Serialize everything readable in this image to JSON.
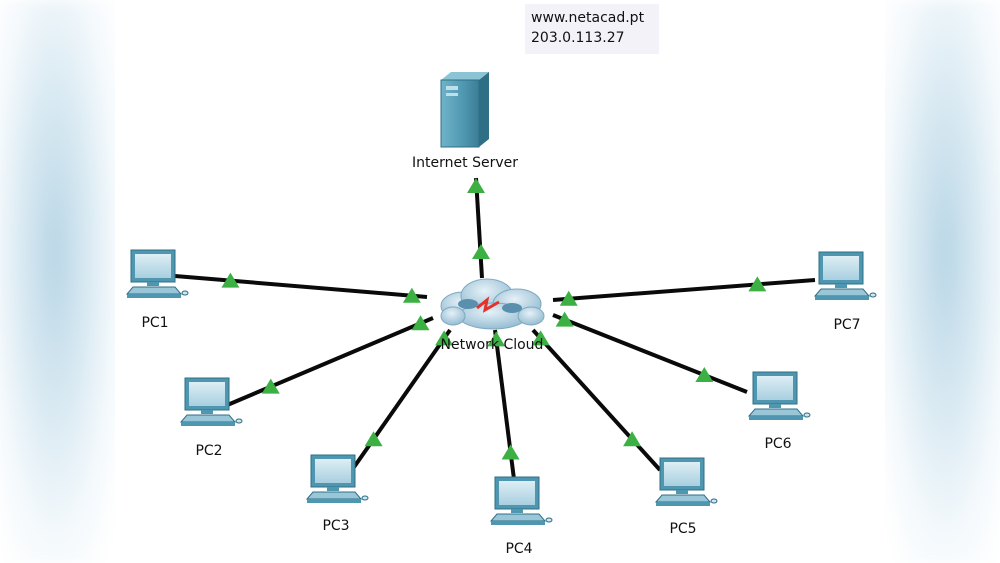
{
  "dns": {
    "url": "www.netacad.pt",
    "ip": "203.0.113.27"
  },
  "server": {
    "label": "Internet Server",
    "icon": "server-tower-icon"
  },
  "cloud": {
    "label": "Network Cloud",
    "icon": "network-cloud-icon"
  },
  "pcs": [
    {
      "id": "pc1",
      "label": "PC1"
    },
    {
      "id": "pc2",
      "label": "PC2"
    },
    {
      "id": "pc3",
      "label": "PC3"
    },
    {
      "id": "pc4",
      "label": "PC4"
    },
    {
      "id": "pc5",
      "label": "PC5"
    },
    {
      "id": "pc6",
      "label": "PC6"
    },
    {
      "id": "pc7",
      "label": "PC7"
    }
  ],
  "colors": {
    "link": "#0a0a0a",
    "link_status": "#3cb043",
    "device": "#4f97b0",
    "cloud": "#a9c9dc",
    "wan_link": "#e5312b"
  }
}
